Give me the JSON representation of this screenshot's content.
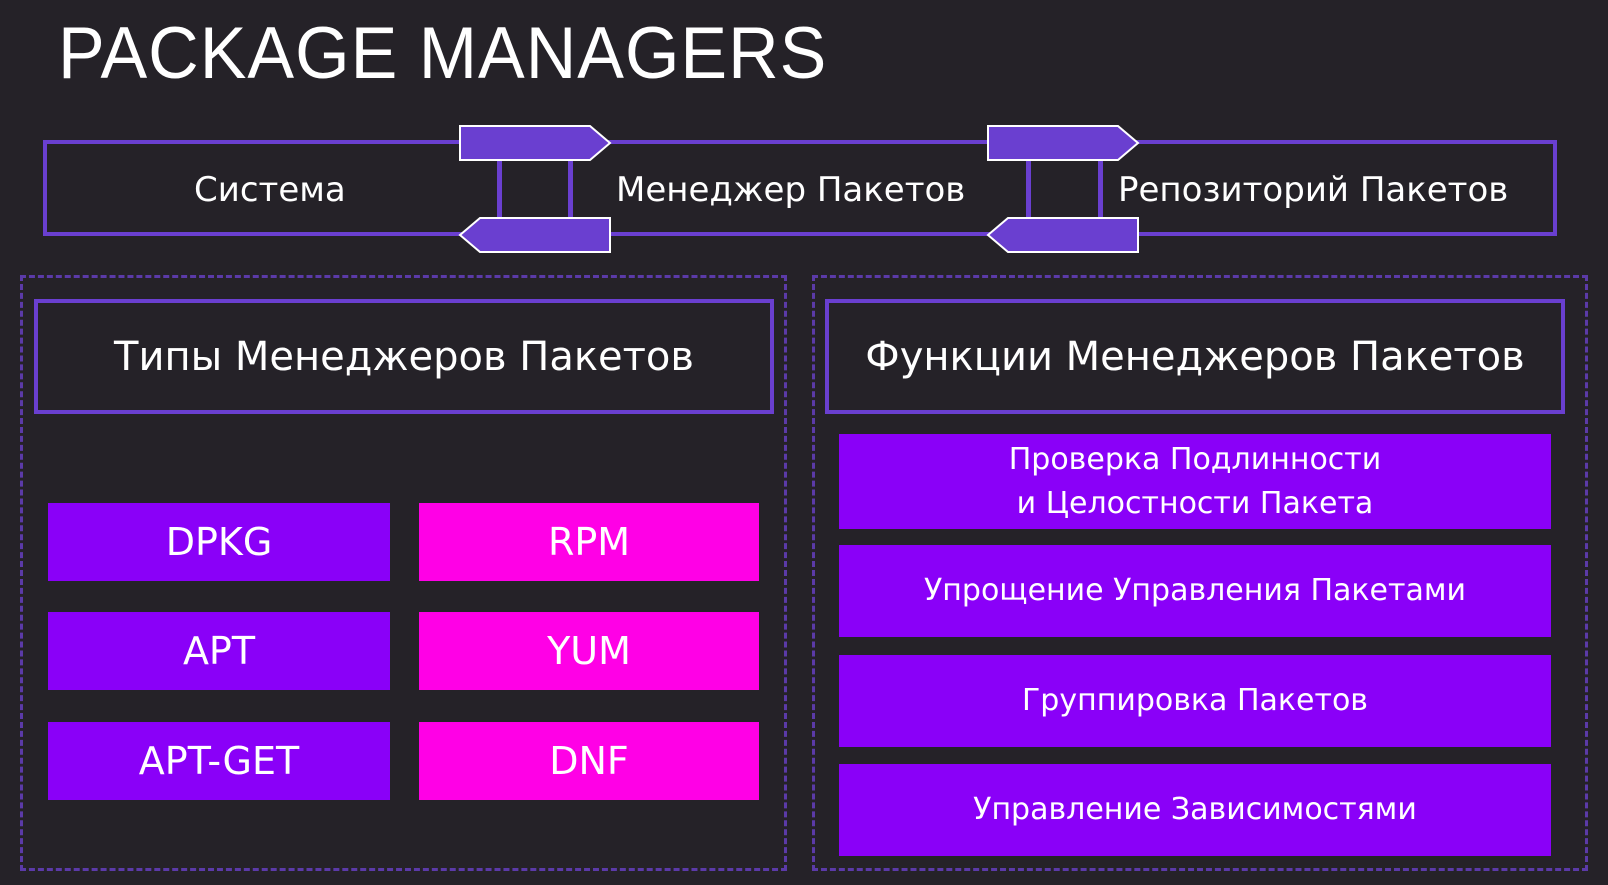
{
  "title": "PACKAGE MANAGERS",
  "flow": {
    "system": "Система",
    "manager": "Менеджер Пакетов",
    "repository": "Репозиторий Пакетов"
  },
  "types": {
    "header": "Типы Менеджеров Пакетов",
    "items": [
      {
        "label": "DPKG",
        "color": "#8a00f8"
      },
      {
        "label": "RPM",
        "color": "#ff00e6"
      },
      {
        "label": "APT",
        "color": "#8a00f8"
      },
      {
        "label": "YUM",
        "color": "#ff00e6"
      },
      {
        "label": "APT-GET",
        "color": "#8a00f8"
      },
      {
        "label": "DNF",
        "color": "#ff00e6"
      }
    ]
  },
  "functions": {
    "header": "Функции Менеджеров Пакетов",
    "items": [
      {
        "line1": "Проверка Подлинности",
        "line2": "и Целостности Пакета"
      },
      {
        "line1": "Упрощение Управления Пакетами"
      },
      {
        "line1": "Группировка Пакетов"
      },
      {
        "line1": "Управление Зависимостями"
      }
    ]
  },
  "colors": {
    "background": "#252228",
    "border": "#6a3fd0",
    "arrow": "#6a3fd0",
    "purple": "#8a00f8",
    "pink": "#ff00e6"
  }
}
